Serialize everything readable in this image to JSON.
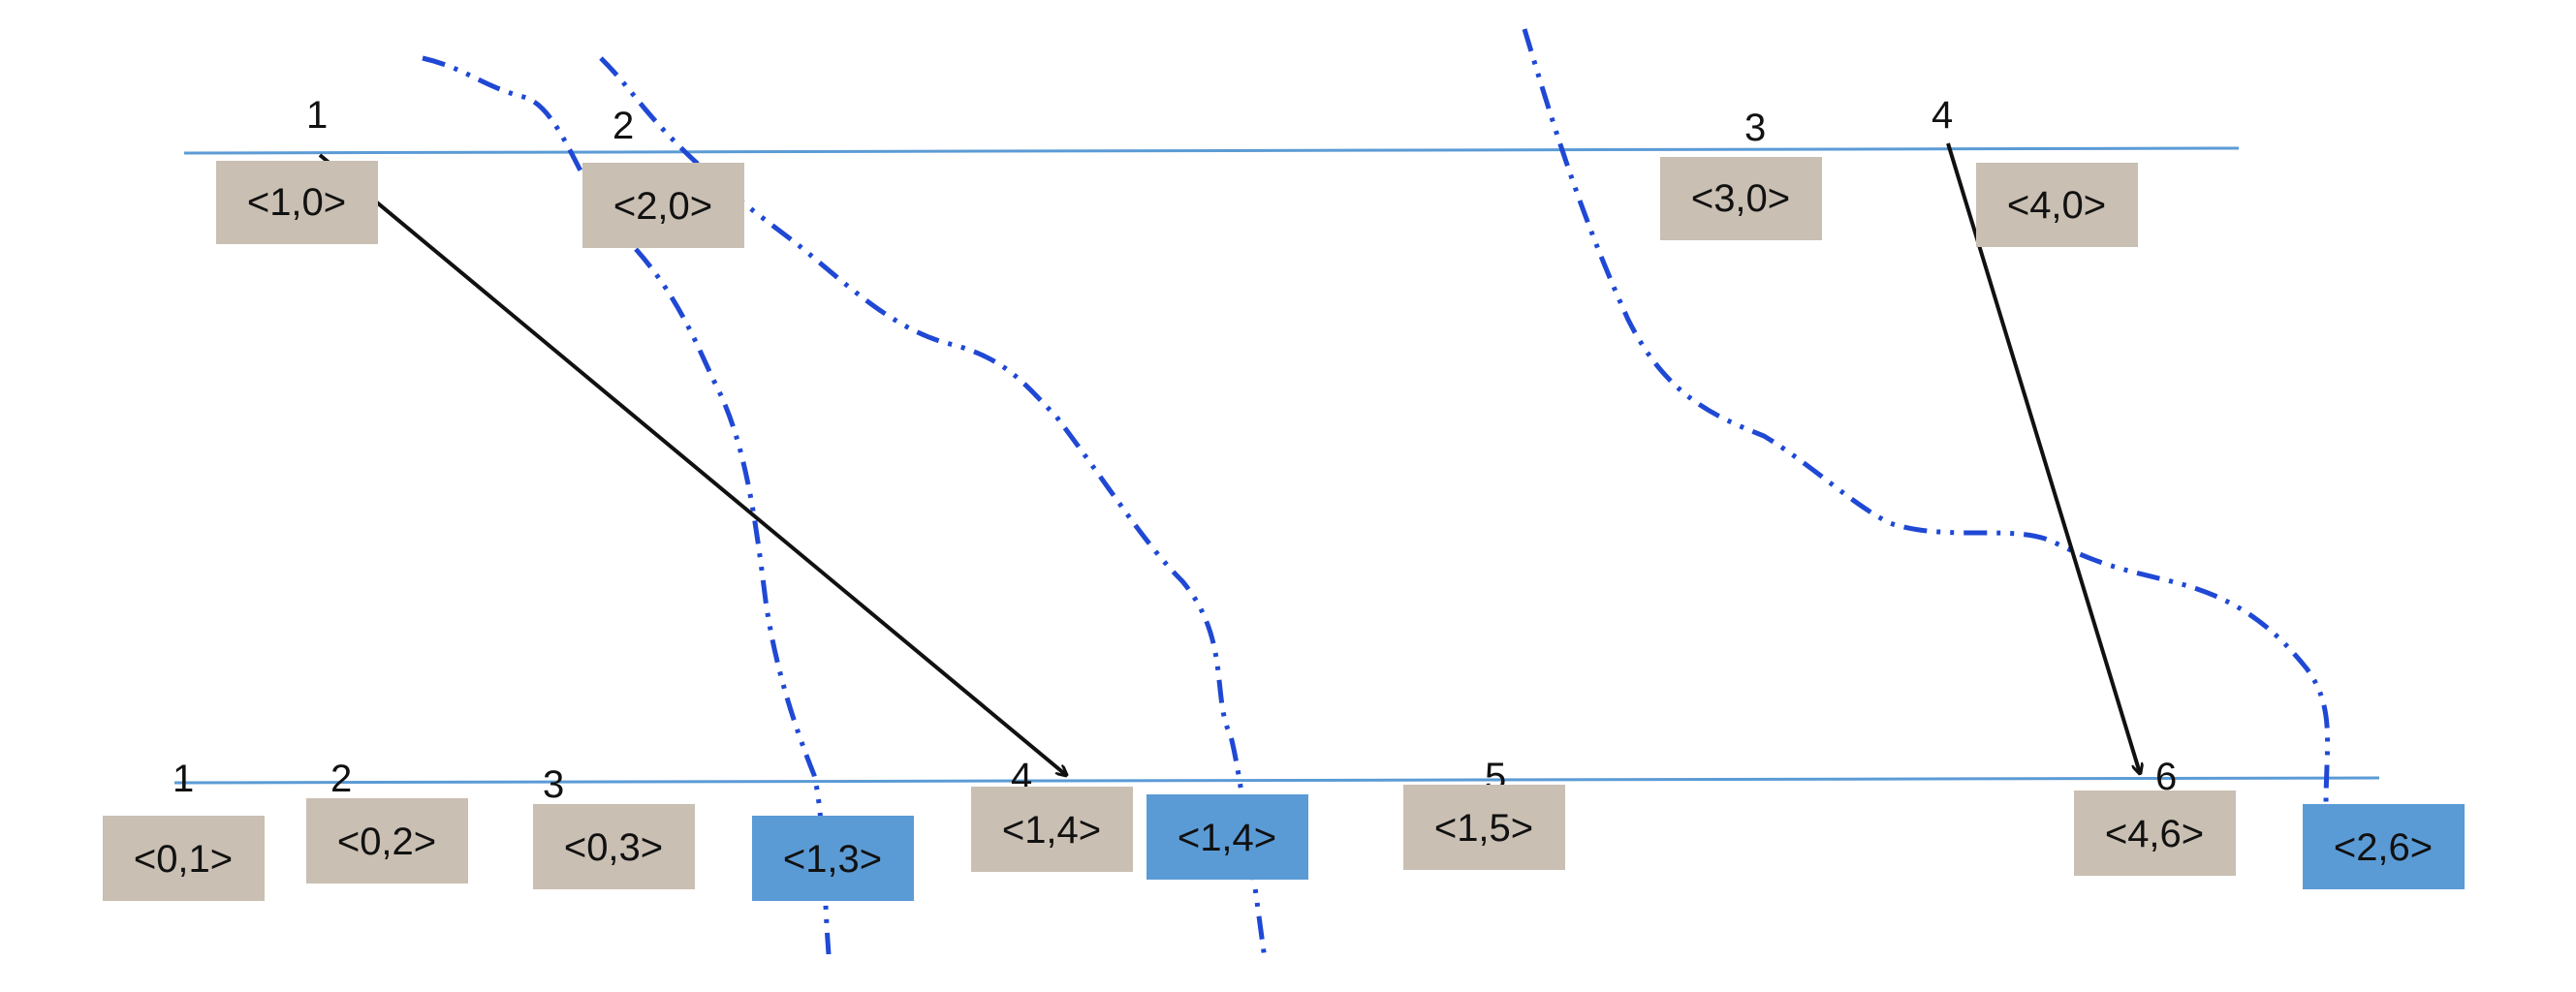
{
  "colors": {
    "timeline": "#5b9bd5",
    "box_tan": "#c9bfb2",
    "box_blue": "#5b9bd5",
    "cut_line": "#1f48d4",
    "arrow": "#111111",
    "text": "#111111"
  },
  "top_line": {
    "ticks": [
      "1",
      "2",
      "3",
      "4"
    ],
    "boxes": [
      "<1,0>",
      "<2,0>",
      "<3,0>",
      "<4,0>"
    ]
  },
  "bottom_line": {
    "ticks": [
      "1",
      "2",
      "3",
      "4",
      "5",
      "6"
    ],
    "boxes": [
      {
        "label": "<0,1>",
        "style": "tan"
      },
      {
        "label": "<0,2>",
        "style": "tan"
      },
      {
        "label": "<0,3>",
        "style": "tan"
      },
      {
        "label": "<1,3>",
        "style": "blue"
      },
      {
        "label": "<1,4>",
        "style": "tan"
      },
      {
        "label": "<1,4>",
        "style": "blue"
      },
      {
        "label": "<1,5>",
        "style": "tan"
      },
      {
        "label": "<4,6>",
        "style": "tan"
      },
      {
        "label": "<2,6>",
        "style": "blue"
      }
    ]
  },
  "messages": [
    {
      "from": "top.1",
      "to": "bottom.4"
    },
    {
      "from": "top.4",
      "to": "bottom.6"
    }
  ],
  "cuts": 3
}
